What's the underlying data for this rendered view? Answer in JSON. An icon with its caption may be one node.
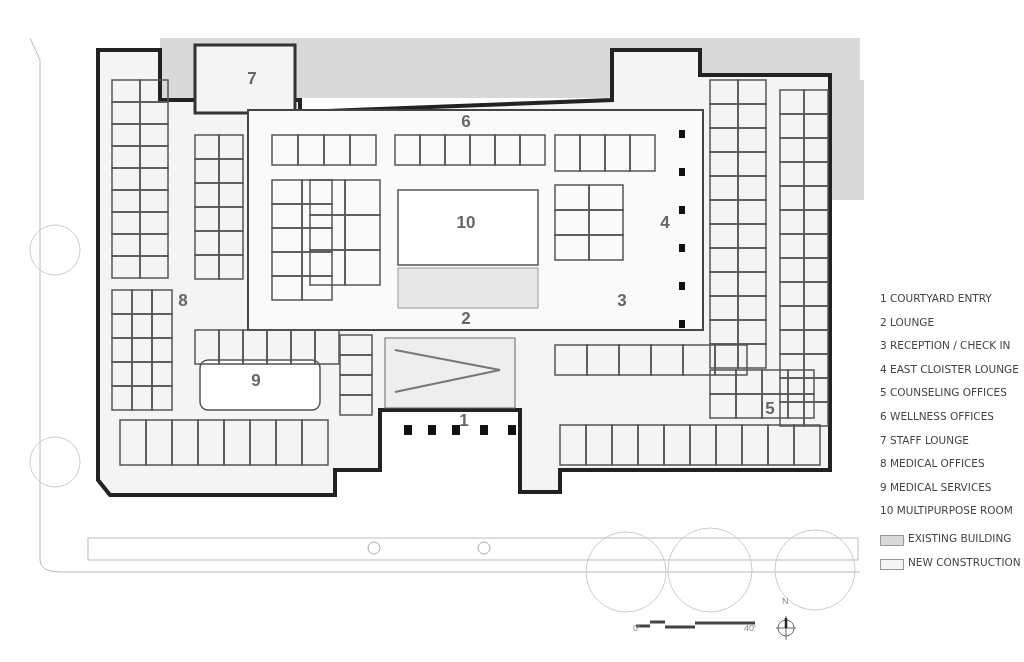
{
  "diagram": {
    "labels": [
      "7",
      "6",
      "10",
      "4",
      "8",
      "3",
      "2",
      "9",
      "5",
      "1",
      "1 COURTYARD ENTRY",
      "2 LOUNGE",
      "3 RECEPTION / CHECK IN",
      "4 EAST CLOISTER LOUNGE",
      "5 COUNSELING OFFICES",
      "6 WELLNESS OFFICES",
      "7 STAFF LOUNGE",
      "8 MEDICAL OFFICES",
      "9 MEDICAL SERVICES",
      "10 MULTIPURPOSE ROOM",
      "0'",
      "40'",
      "N"
    ],
    "legend": [
      {
        "text": "EXISTING BUILDING",
        "color": "#d9d9d9"
      },
      {
        "text": "NEW CONSTRUCTION",
        "color": "#f4f4f4"
      }
    ]
  }
}
